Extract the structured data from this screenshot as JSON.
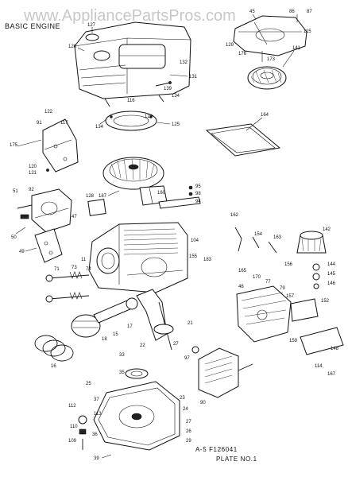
{
  "watermark": "www.AppliancePartsPros.com",
  "header_title": "BASIC ENGINE",
  "footer": {
    "code": "A-5   F126041",
    "plate": "PLATE NO.1"
  },
  "callouts": {
    "p127": "127",
    "p126": "126",
    "p132": "132",
    "p131": "131",
    "p139": "139",
    "p116": "116",
    "p134": "134",
    "p124": "124",
    "p125": "125",
    "p45": "45",
    "p86": "86",
    "p87": "87",
    "p115": "115",
    "p129": "129",
    "p176": "176",
    "p173": "173",
    "p141": "141",
    "p164": "164",
    "p122": "122",
    "p91": "91",
    "p117": "117",
    "p175": "175",
    "p120": "120",
    "p121": "121",
    "p128": "128",
    "p187": "187",
    "p160": "160",
    "p95": "95",
    "p98": "98",
    "p94": "94",
    "p51": "51",
    "p92": "92",
    "p47": "47",
    "p50": "50",
    "p49": "49",
    "p162": "162",
    "p154": "154",
    "p163": "163",
    "p142": "142",
    "p104": "104",
    "p155": "155",
    "p183": "183",
    "p156": "156",
    "p144": "144",
    "p145": "145",
    "p146": "146",
    "p165": "165",
    "p170": "170",
    "p71": "71",
    "p73": "73",
    "p74": "74",
    "p46": "46",
    "p77": "77",
    "p79": "79",
    "p157": "157",
    "p152": "152",
    "p159": "159",
    "p11": "11",
    "p15": "15",
    "p16": "16",
    "p17": "17",
    "p18": "18",
    "p21": "21",
    "p22": "22",
    "p27": "27",
    "p33": "33",
    "p35": "35",
    "p37": "37",
    "p113": "113",
    "p112": "112",
    "p109": "109",
    "p110": "110",
    "p36": "36",
    "p23": "23",
    "p24": "24",
    "p25": "25",
    "p26": "26",
    "p29": "29",
    "p39": "39",
    "p97": "97",
    "p90": "90",
    "p114": "114",
    "p148": "148",
    "p167": "167"
  }
}
